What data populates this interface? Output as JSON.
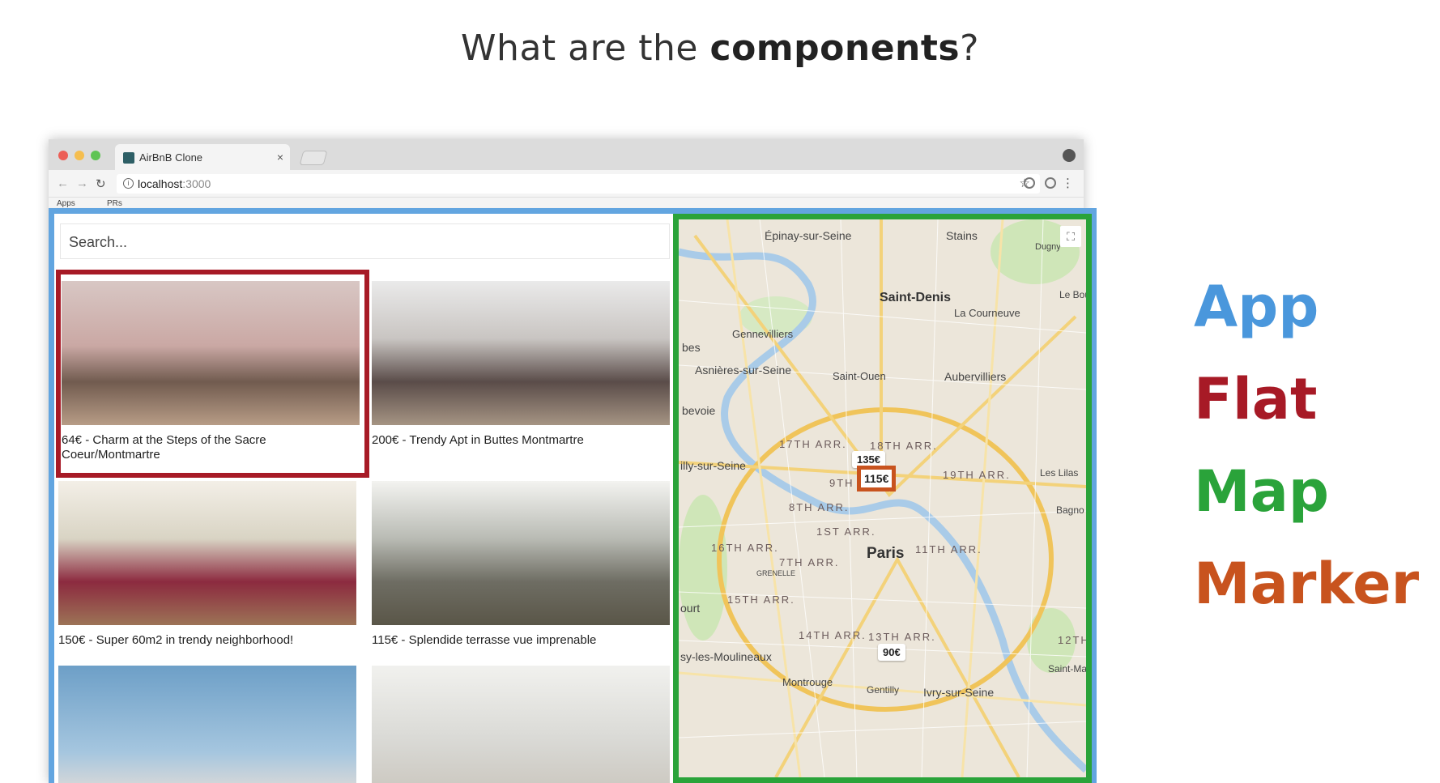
{
  "slide": {
    "title_prefix": "What are the ",
    "title_bold": "components",
    "title_suffix": "?"
  },
  "browser": {
    "tab_title": "AirBnB Clone",
    "tab_close": "×",
    "url_host": "localhost",
    "url_port": ":3000",
    "bookmarks": [
      "Apps",
      "PRs"
    ]
  },
  "app": {
    "search_placeholder": "Search...",
    "flats": [
      {
        "label": "64€ - Charm at the Steps of the Sacre Coeur/Montmartre"
      },
      {
        "label": "200€ - Trendy Apt in Buttes Montmartre"
      },
      {
        "label": "150€ - Super 60m2 in trendy neighborhood!"
      },
      {
        "label": "115€ - Splendide terrasse vue imprenable"
      },
      {
        "label": ""
      },
      {
        "label": ""
      }
    ]
  },
  "map": {
    "places": {
      "epinay": "Épinay-sur-Seine",
      "stains": "Stains",
      "dugny": "Dugny",
      "saint_denis": "Saint-Denis",
      "le_bou": "Le Bou",
      "la_courneuve": "La Courneuve",
      "gennevilliers": "Gennevilliers",
      "asnieres": "Asnières-sur-Seine",
      "saint_ouen": "Saint-Ouen",
      "aubervilliers": "Aubervilliers",
      "bevoie": "bevoie",
      "bes": "bes",
      "issy": "illy-sur-Seine",
      "les_lilas": "Les Lilas",
      "bagno": "Bagno",
      "paris": "Paris",
      "ourt": "ourt",
      "moulineaux": "sy-les-Moulineaux",
      "montrouge": "Montrouge",
      "gentilly": "Gentilly",
      "ivry": "Ivry-sur-Seine",
      "saint_ma": "Saint-Ma",
      "grenelle": "GRENELLE"
    },
    "arrondissements": {
      "a17": "17TH ARR.",
      "a18": "18TH ARR.",
      "a19": "19TH ARR.",
      "a9": "9TH A",
      "a8": "8TH ARR.",
      "a1": "1ST ARR.",
      "a16": "16TH ARR.",
      "a7": "7TH ARR.",
      "a11": "11TH ARR.",
      "a15": "15TH ARR.",
      "a14": "14TH ARR.",
      "a13": "13TH ARR.",
      "a12": "12TH"
    },
    "markers": [
      "135€",
      "90€"
    ],
    "highlighted_marker": "115€"
  },
  "legend": [
    {
      "label": "App",
      "color": "#4a97dc"
    },
    {
      "label": "Flat",
      "color": "#a71a26"
    },
    {
      "label": "Map",
      "color": "#2aa33a"
    },
    {
      "label": "Marker",
      "color": "#c8531e"
    }
  ],
  "colors": {
    "app_frame": "#62a5e0",
    "flat_frame": "#a71a26",
    "map_frame": "#2aa33a",
    "marker_frame": "#c8531e"
  }
}
